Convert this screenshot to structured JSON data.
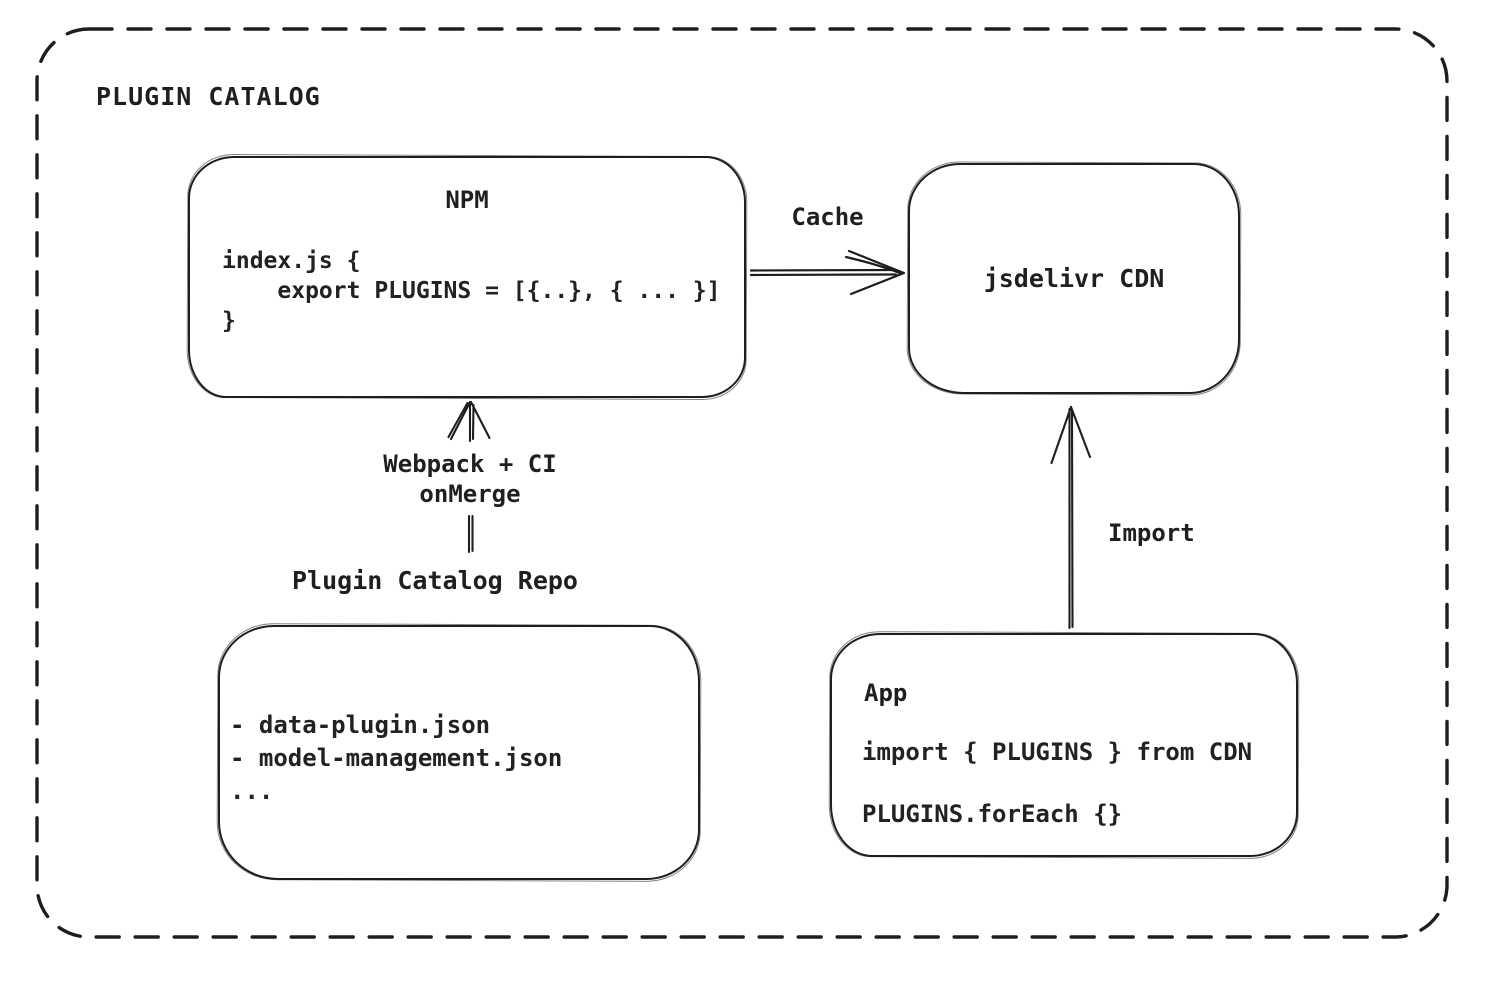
{
  "frame": {
    "title": "PLUGIN CATALOG"
  },
  "nodes": {
    "npm": {
      "title": "NPM",
      "code": "index.js {\n    export PLUGINS = [{..}, { ... }]\n}"
    },
    "cdn": {
      "label": "jsdelivr CDN"
    },
    "repo": {
      "label": "Plugin Catalog Repo",
      "files": "- data-plugin.json\n- model-management.json\n..."
    },
    "app": {
      "title": "App",
      "import_line": "import { PLUGINS } from CDN",
      "foreach_line": "PLUGINS.forEach {}"
    }
  },
  "edges": {
    "cache": {
      "label": "Cache",
      "from": "NPM",
      "to": "jsdelivr CDN"
    },
    "build": {
      "label": "Webpack + CI\nonMerge",
      "from": "Plugin Catalog Repo",
      "to": "NPM"
    },
    "import": {
      "label": "Import",
      "from": "App",
      "to": "jsdelivr CDN"
    }
  },
  "colors": {
    "stroke": "#1e1e1e",
    "background": "#ffffff"
  }
}
